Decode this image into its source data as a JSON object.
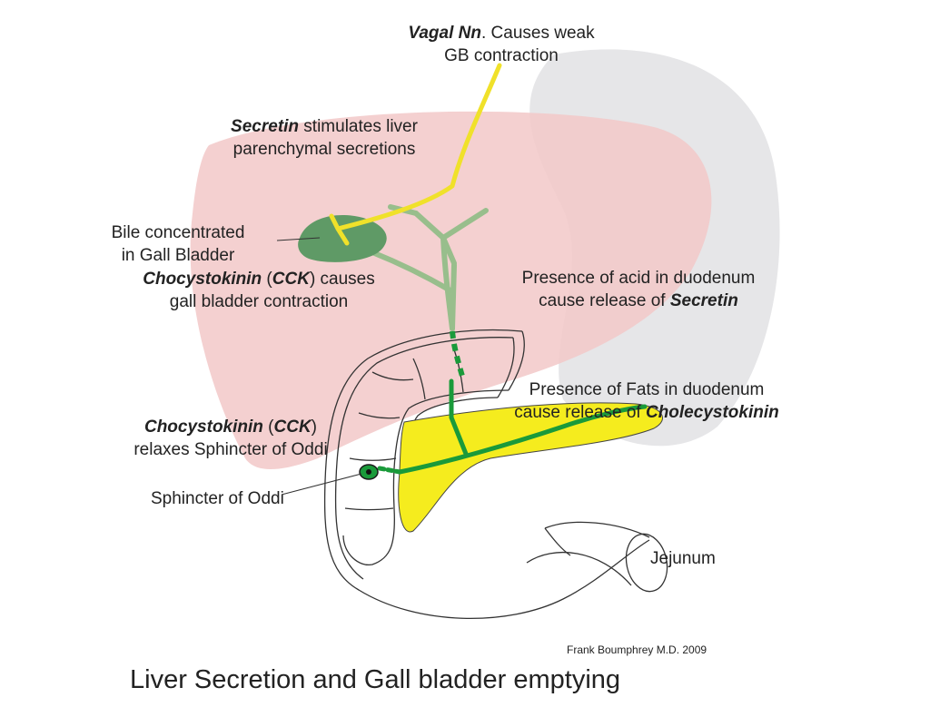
{
  "colors": {
    "liver": "#f2c8c8",
    "stomach": "#e6e6e8",
    "gallbladder": "#5f9a66",
    "bile_duct": "#98be8c",
    "pancreatic_duct": "#1a9a3a",
    "pancreas": "#f5ec1e",
    "vagal_nerve": "#f0e12a",
    "outline": "#333333"
  },
  "labels": {
    "vagal": {
      "bold": "Vagal Nn",
      "rest1": ". Causes weak",
      "line2": "GB contraction"
    },
    "secretin_stim": {
      "bold": "Secretin",
      "rest1": " stimulates liver",
      "line2": "parenchymal secretions"
    },
    "bile_conc": {
      "line1": "Bile concentrated",
      "line2": "in Gall Bladder"
    },
    "cck_contraction": {
      "bold1": "Chocystokinin",
      "mid1": " (",
      "bold2": "CCK",
      "rest1": ") causes",
      "line2": "gall bladder contraction"
    },
    "acid": {
      "line1": "Presence of acid in duodenum",
      "pre2": "cause release of ",
      "bold2": "Secretin"
    },
    "fats": {
      "line1": "Presence of Fats in duodenum",
      "pre2": "cause release of ",
      "bold2": "Cholecystokinin"
    },
    "cck_relax": {
      "bold1": "Chocystokinin",
      "mid1": " (",
      "bold2": "CCK",
      "rest1": ")",
      "line2": "relaxes Sphincter of Oddi"
    },
    "sphincter": "Sphincter of Oddi",
    "jejunum": "Jejunum"
  },
  "credit": "Frank Boumphrey M.D. 2009",
  "title": "Liver Secretion and Gall bladder emptying"
}
